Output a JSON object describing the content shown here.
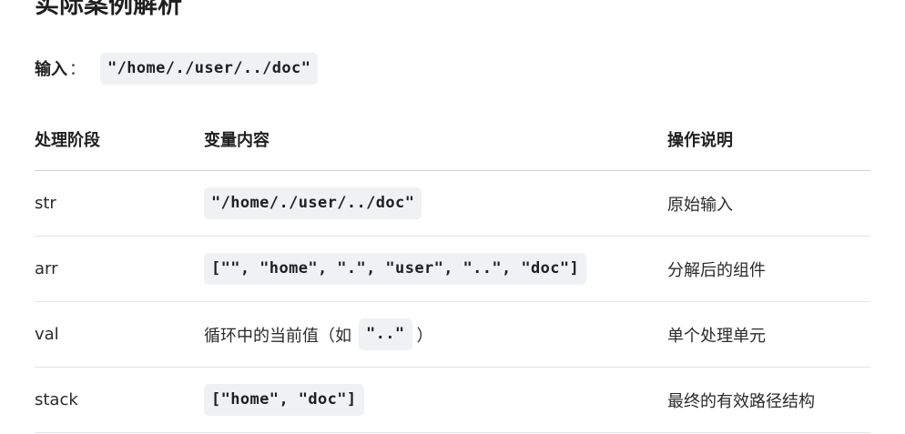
{
  "heading": "实际案例解析",
  "input": {
    "label": "输入",
    "colon": "：",
    "value": "\"/home/./user/../doc\""
  },
  "table": {
    "headers": [
      "处理阶段",
      "变量内容",
      "操作说明"
    ],
    "rows": [
      {
        "stage": "str",
        "content_code": "\"/home/./user/../doc\"",
        "desc": "原始输入"
      },
      {
        "stage": "arr",
        "content_code": "[\"\", \"home\", \".\", \"user\", \"..\", \"doc\"]",
        "desc": "分解后的组件"
      },
      {
        "stage": "val",
        "content_prefix": "循环中的当前值（如",
        "content_code": "\"..\"",
        "content_suffix": "）",
        "desc": "单个处理单元"
      },
      {
        "stage": "stack",
        "content_code": "[\"home\", \"doc\"]",
        "desc": "最终的有效路径结构"
      }
    ]
  }
}
